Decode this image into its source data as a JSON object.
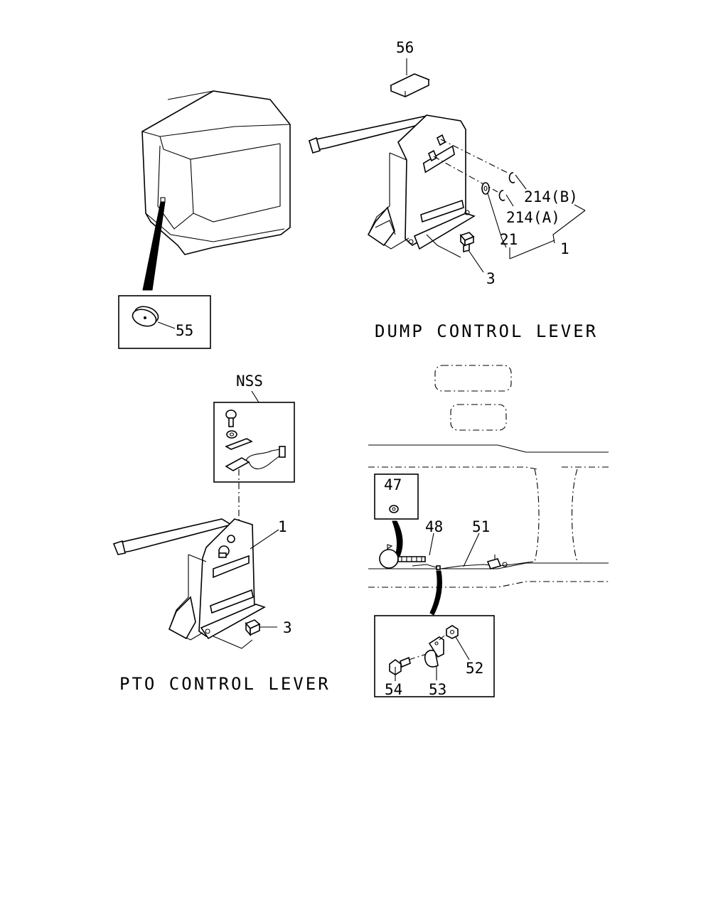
{
  "sections": {
    "dump_title": "DUMP CONTROL LEVER",
    "pto_title": "PTO CONTROL LEVER"
  },
  "callouts": {
    "c56": "56",
    "c55": "55",
    "c214b": "214(B)",
    "c214a": "214(A)",
    "c21": "21",
    "c1_dump": "1",
    "c3_dump": "3",
    "nss": "NSS",
    "c1_pto": "1",
    "c3_pto": "3",
    "c47": "47",
    "c48": "48",
    "c51": "51",
    "c52": "52",
    "c53": "53",
    "c54": "54"
  }
}
